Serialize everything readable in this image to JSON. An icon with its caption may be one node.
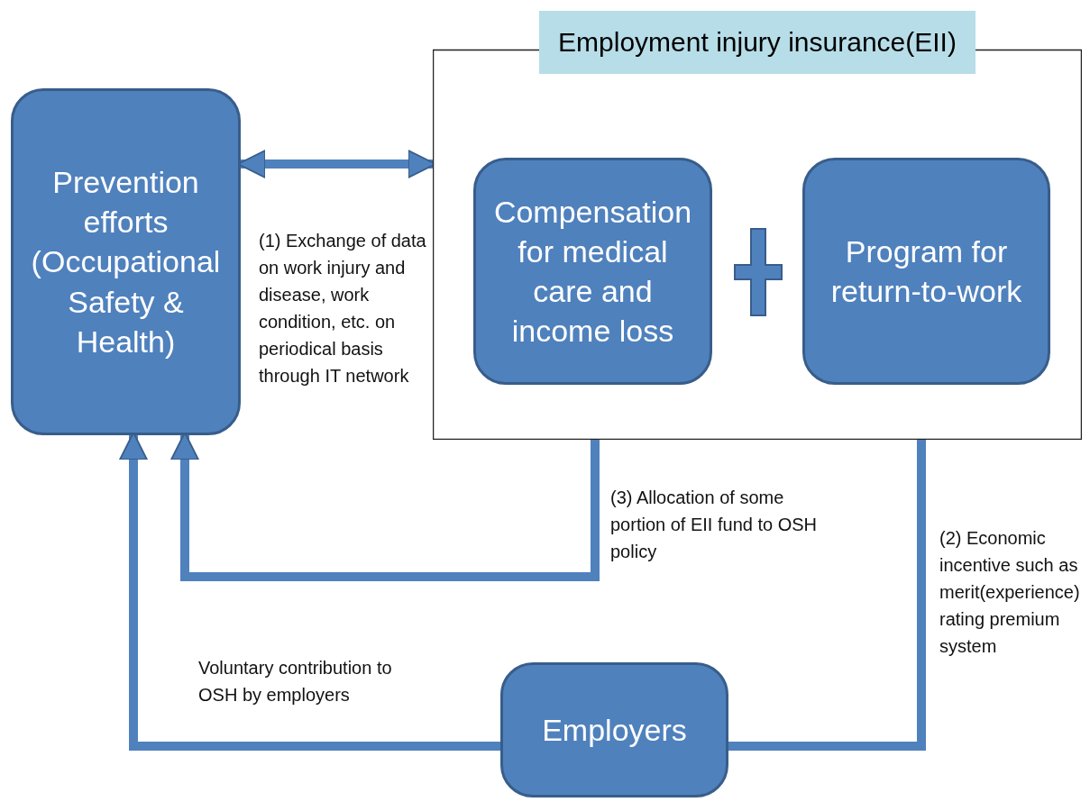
{
  "diagram": {
    "nodes": [
      {
        "text": [
          "Prevention efforts (Occupational Safety & Health)"
        ]
      },
      {
        "text": [
          "Employment injury insurance(EII)"
        ]
      },
      {
        "text": [
          "Compensation for medical care and income loss"
        ],
        "in": 1
      },
      {
        "text": [
          "Program for return-to-work"
        ],
        "in": 1
      },
      {
        "text": [
          "Employers"
        ]
      }
    ],
    "edges": [
      {
        "from": 0,
        "to": 1,
        "arrow": "both",
        "label": "(1) Exchange of data on work injury and disease, work condition, etc. on periodical basis through IT network"
      },
      {
        "from": 1,
        "to": 0,
        "arrow": "to",
        "label": "(3) Allocation of some portion of EII fund to OSH policy"
      },
      {
        "from": 1,
        "to": 4,
        "arrow": "none",
        "label": "(2) Economic incentive such as merit(experience) rating premium system"
      },
      {
        "from": 4,
        "to": 0,
        "arrow": "to",
        "label": "Voluntary contribution to OSH by employers"
      }
    ]
  }
}
